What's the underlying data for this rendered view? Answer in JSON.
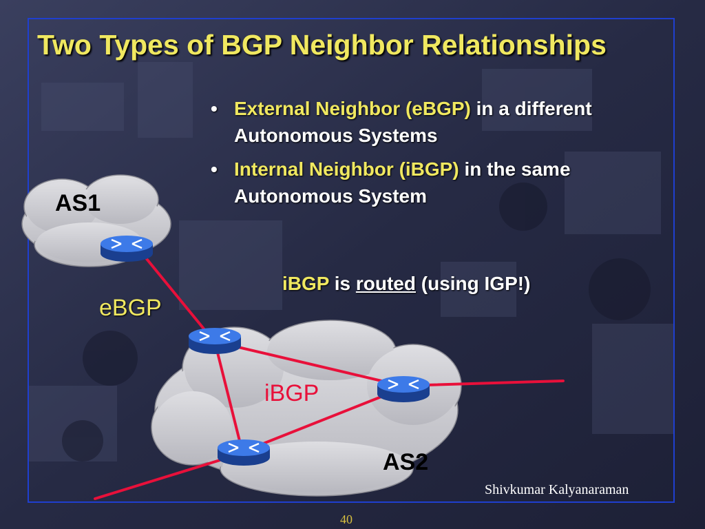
{
  "slide": {
    "title": "Two Types of BGP Neighbor Relationships",
    "bullets": [
      {
        "highlight": "External Neighbor (eBGP)",
        "rest": " in a different Autonomous Systems"
      },
      {
        "highlight": "Internal Neighbor (iBGP)",
        "rest": " in the same Autonomous System"
      }
    ],
    "routed_note": {
      "term": "iBGP",
      "is": " is ",
      "routed": "routed",
      "rest": " (using IGP!)"
    },
    "author": "Shivkumar Kalyanaraman",
    "page_number": "40"
  },
  "diagram": {
    "as1_label": "AS1",
    "as2_label": "AS2",
    "ebgp_label": "eBGP",
    "ibgp_label": "iBGP",
    "colors": {
      "link": "#e8103a",
      "router": "#2563d6",
      "cloud": "#c8c8cc",
      "title": "#f0e860"
    }
  }
}
